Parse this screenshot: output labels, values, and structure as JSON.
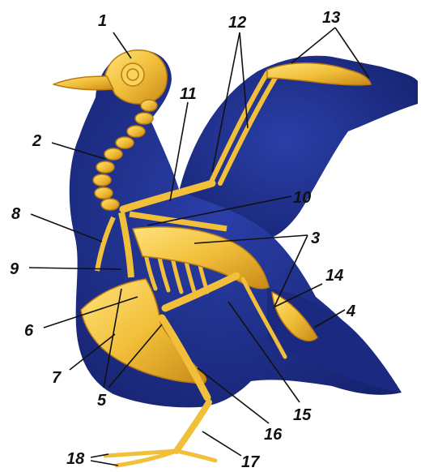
{
  "colors": {
    "background": "#ffffff",
    "silhouette": "#1e2f8c",
    "silhouette_dark": "#15206a",
    "bone": "#f1bf3a",
    "bone_light": "#ffd966",
    "bone_dark": "#b97a10",
    "leader": "#111111",
    "label": "#111111"
  },
  "labels": [
    {
      "id": "1",
      "text": "1"
    },
    {
      "id": "2",
      "text": "2"
    },
    {
      "id": "3",
      "text": "3"
    },
    {
      "id": "4",
      "text": "4"
    },
    {
      "id": "5",
      "text": "5"
    },
    {
      "id": "6",
      "text": "6"
    },
    {
      "id": "7",
      "text": "7"
    },
    {
      "id": "8",
      "text": "8"
    },
    {
      "id": "9",
      "text": "9"
    },
    {
      "id": "10",
      "text": "10"
    },
    {
      "id": "11",
      "text": "11"
    },
    {
      "id": "12",
      "text": "12"
    },
    {
      "id": "13",
      "text": "13"
    },
    {
      "id": "14",
      "text": "14"
    },
    {
      "id": "15",
      "text": "15"
    },
    {
      "id": "16",
      "text": "16"
    },
    {
      "id": "17",
      "text": "17"
    },
    {
      "id": "18",
      "text": "18"
    }
  ]
}
